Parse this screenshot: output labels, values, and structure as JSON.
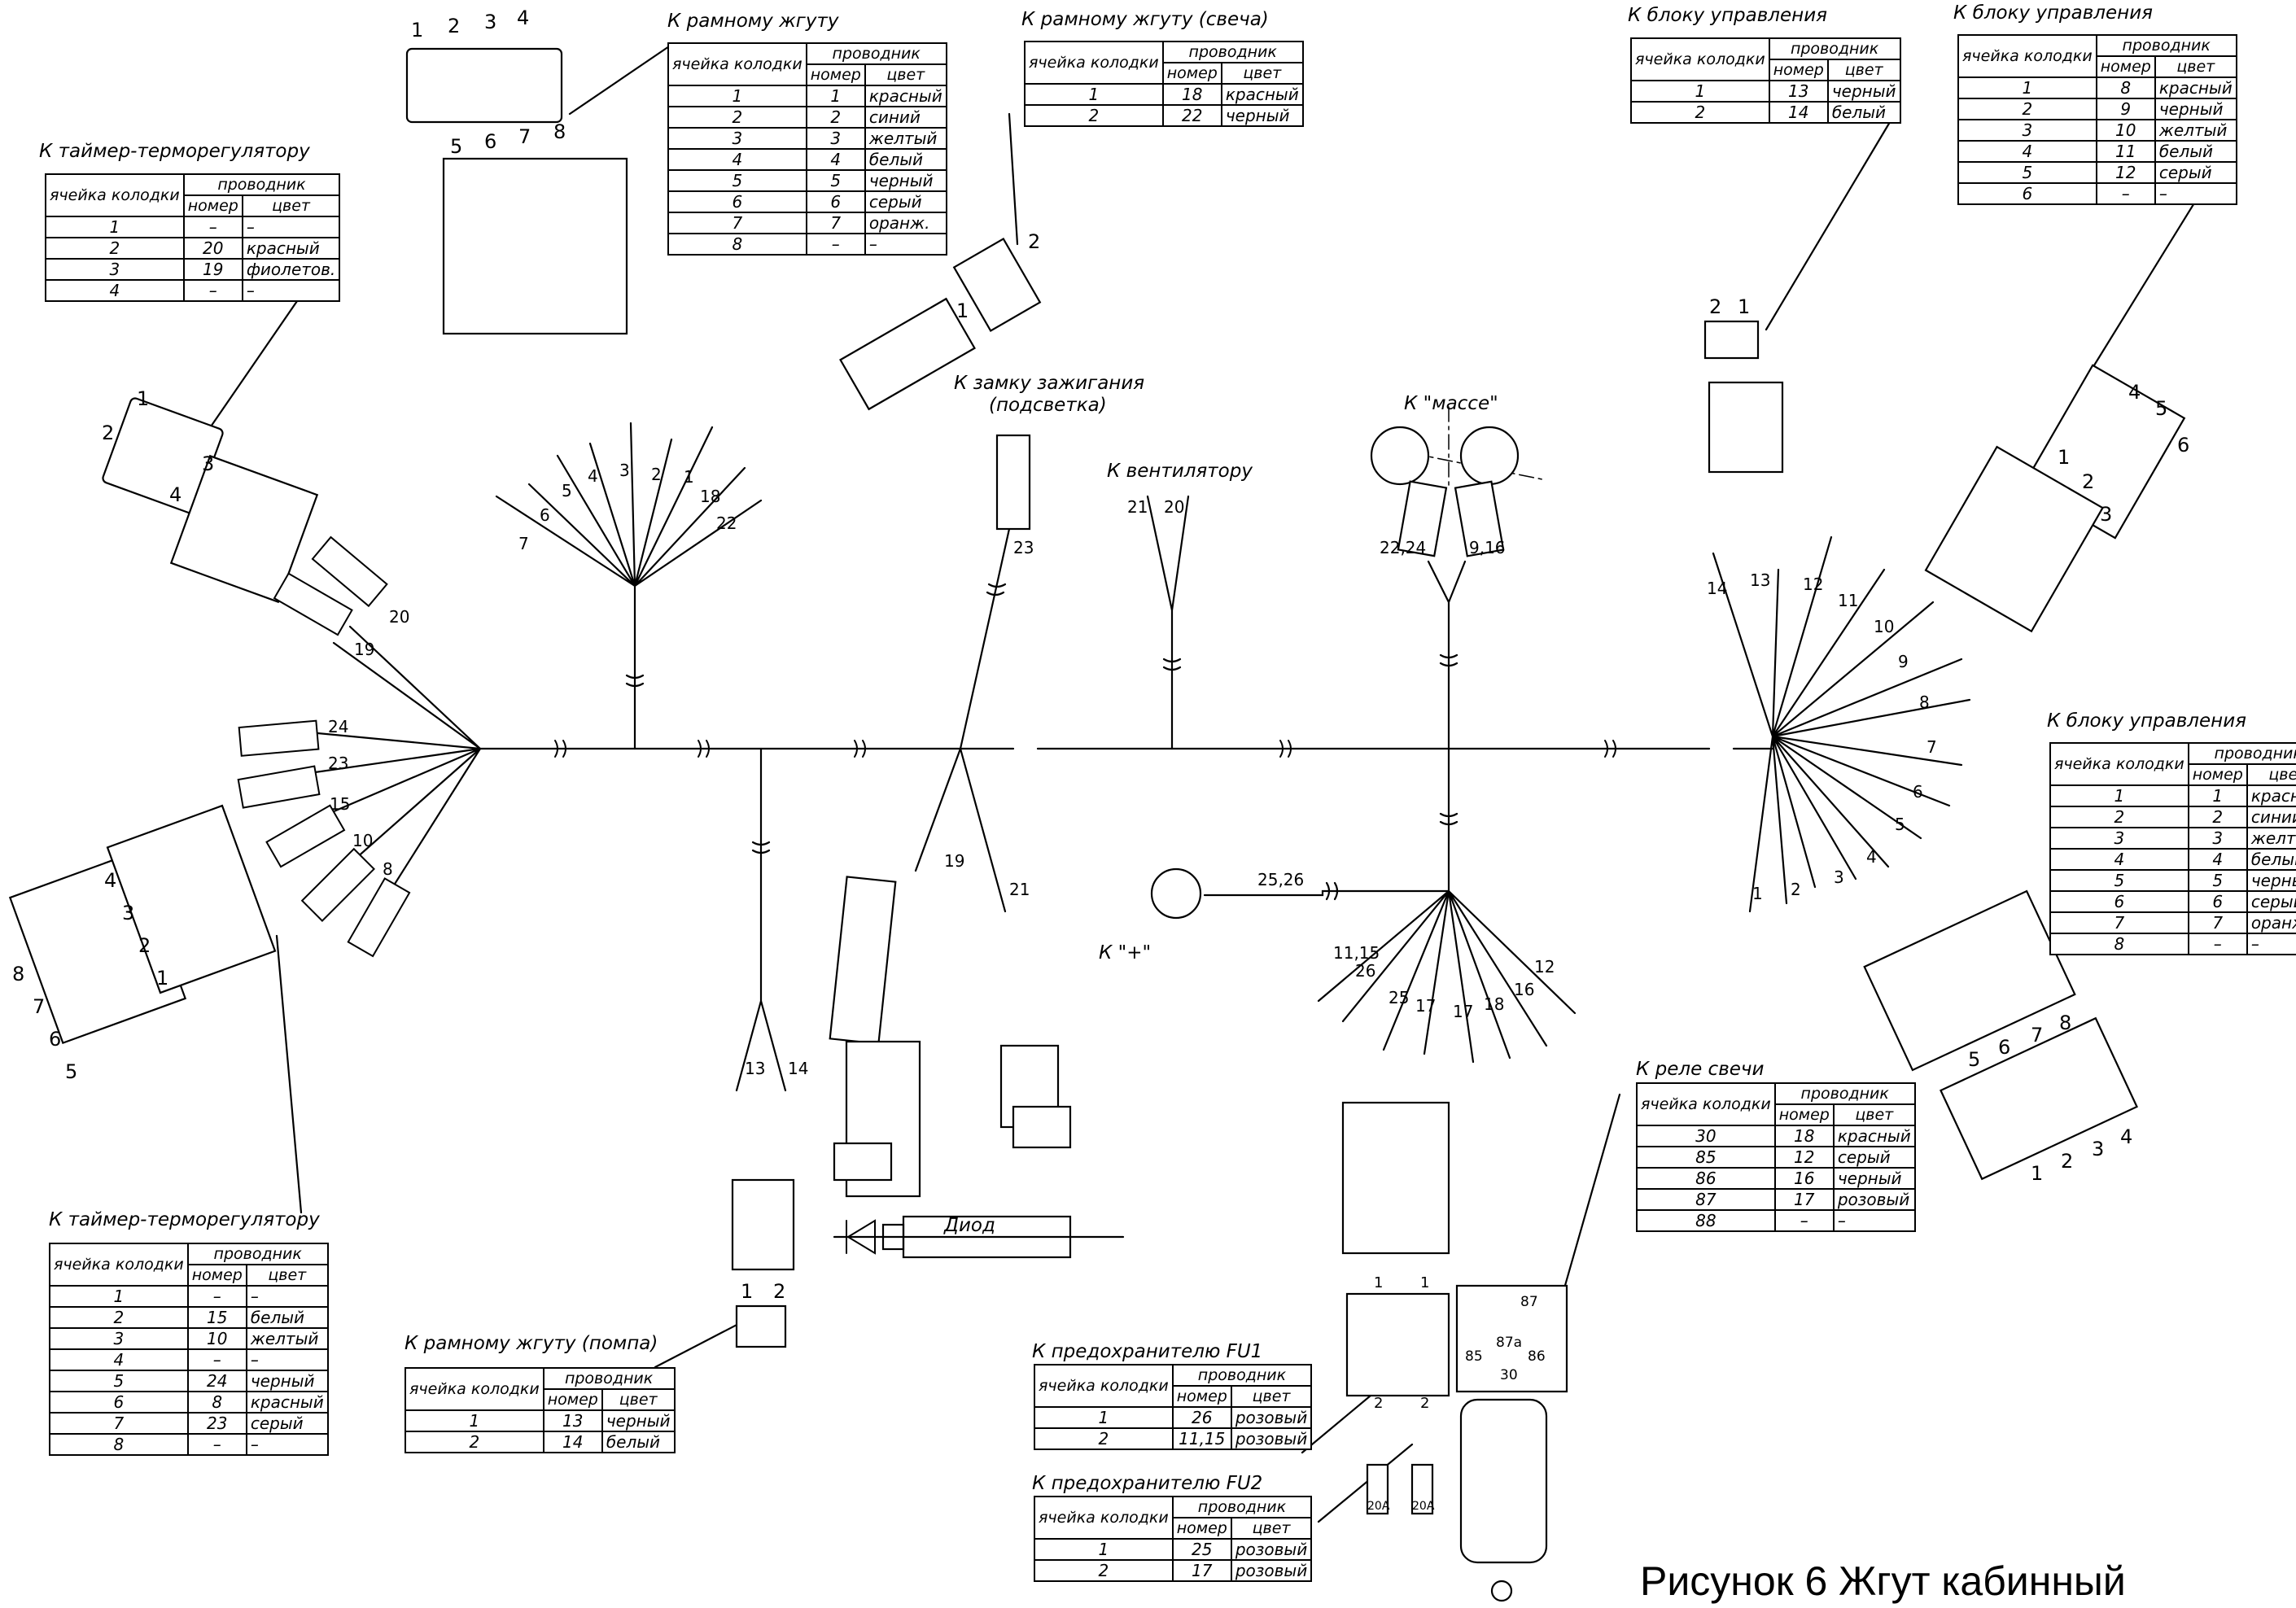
{
  "figure_caption": "Рисунок 6  Жгут кабинный",
  "headers": {
    "cell": "ячейка колодки",
    "conductor": "проводник",
    "number": "номер",
    "color": "цвет"
  },
  "tables": {
    "timer_top": {
      "title": "К таймер-терморегулятору",
      "rows": [
        [
          "1",
          "–",
          "–"
        ],
        [
          "2",
          "20",
          "красный"
        ],
        [
          "3",
          "19",
          "фиолетов."
        ],
        [
          "4",
          "–",
          "–"
        ]
      ]
    },
    "frame_top": {
      "title": "К рамному жгуту",
      "rows": [
        [
          "1",
          "1",
          "красный"
        ],
        [
          "2",
          "2",
          "синий"
        ],
        [
          "3",
          "3",
          "желтый"
        ],
        [
          "4",
          "4",
          "белый"
        ],
        [
          "5",
          "5",
          "черный"
        ],
        [
          "6",
          "6",
          "серый"
        ],
        [
          "7",
          "7",
          "оранж."
        ],
        [
          "8",
          "–",
          "–"
        ]
      ]
    },
    "frame_glow": {
      "title": "К рамному жгуту   (свеча)",
      "rows": [
        [
          "1",
          "18",
          "красный"
        ],
        [
          "2",
          "22",
          "черный"
        ]
      ]
    },
    "control_small": {
      "title": "К блоку управления",
      "rows": [
        [
          "1",
          "13",
          "черный"
        ],
        [
          "2",
          "14",
          "белый"
        ]
      ]
    },
    "control_six": {
      "title": "К блоку управления",
      "rows": [
        [
          "1",
          "8",
          "красный"
        ],
        [
          "2",
          "9",
          "черный"
        ],
        [
          "3",
          "10",
          "желтый"
        ],
        [
          "4",
          "11",
          "белый"
        ],
        [
          "5",
          "12",
          "серый"
        ],
        [
          "6",
          "–",
          "–"
        ]
      ]
    },
    "control_eight": {
      "title": "К блоку управления",
      "rows": [
        [
          "1",
          "1",
          "красный"
        ],
        [
          "2",
          "2",
          "синий"
        ],
        [
          "3",
          "3",
          "желтый"
        ],
        [
          "4",
          "4",
          "белый"
        ],
        [
          "5",
          "5",
          "черный"
        ],
        [
          "6",
          "6",
          "серый"
        ],
        [
          "7",
          "7",
          "оранж."
        ],
        [
          "8",
          "–",
          "–"
        ]
      ]
    },
    "timer_bottom": {
      "title": "К таймер-терморегулятору",
      "rows": [
        [
          "1",
          "–",
          "–"
        ],
        [
          "2",
          "15",
          "белый"
        ],
        [
          "3",
          "10",
          "желтый"
        ],
        [
          "4",
          "–",
          "–"
        ],
        [
          "5",
          "24",
          "черный"
        ],
        [
          "6",
          "8",
          "красный"
        ],
        [
          "7",
          "23",
          "серый"
        ],
        [
          "8",
          "–",
          "–"
        ]
      ]
    },
    "pump": {
      "title": "К рамному жгуту (помпа)",
      "rows": [
        [
          "1",
          "13",
          "черный"
        ],
        [
          "2",
          "14",
          "белый"
        ]
      ]
    },
    "glow_relay": {
      "title": "К реле свечи",
      "rows": [
        [
          "30",
          "18",
          "красный"
        ],
        [
          "85",
          "12",
          "серый"
        ],
        [
          "86",
          "16",
          "черный"
        ],
        [
          "87",
          "17",
          "розовый"
        ],
        [
          "88",
          "–",
          "–"
        ]
      ]
    },
    "fu1": {
      "title": "К предохранителю FU1",
      "rows": [
        [
          "1",
          "26",
          "розовый"
        ],
        [
          "2",
          "11,15",
          "розовый"
        ]
      ]
    },
    "fu2": {
      "title": "К предохранителю FU2",
      "rows": [
        [
          "1",
          "25",
          "розовый"
        ],
        [
          "2",
          "17",
          "розовый"
        ]
      ]
    }
  },
  "labels": {
    "ignition": "К замку зажигания",
    "ignition_sub": "(подсветка)",
    "fan": "К вентилятору",
    "ground": "К \"массе\"",
    "plus": "К \"+\"",
    "diode": "Диод"
  },
  "wires": {
    "timer_top": [
      "20",
      "19"
    ],
    "timer_bottom": [
      "24",
      "23",
      "15",
      "10",
      "8"
    ],
    "frame_top": [
      "7",
      "6",
      "5",
      "4",
      "3",
      "2",
      "1",
      "18",
      "22"
    ],
    "ignition": "23",
    "fan": [
      "21",
      "20"
    ],
    "ground": [
      "22,24",
      "9,16"
    ],
    "pump": [
      "13",
      "14"
    ],
    "diode_branch": [
      "19",
      "21"
    ],
    "plus": "25,26",
    "relay_fuse": [
      "11,15",
      "26",
      "25",
      "17",
      "17",
      "18",
      "16",
      "12"
    ],
    "control_small": [
      "14",
      "13"
    ],
    "control_six": [
      "12",
      "11",
      "10",
      "9",
      "8"
    ],
    "control_eight": [
      "7",
      "6",
      "5",
      "4",
      "3",
      "2",
      "1"
    ]
  },
  "connector_pins": {
    "frame_top": [
      "1",
      "2",
      "3",
      "4",
      "5",
      "6",
      "7",
      "8"
    ],
    "timer_top": [
      "1",
      "2",
      "3",
      "4"
    ],
    "timer_bottom": [
      "8",
      "7",
      "6",
      "5",
      "4",
      "3",
      "2",
      "1"
    ],
    "frame_glow": [
      "1",
      "2"
    ],
    "control_small": [
      "2",
      "1"
    ],
    "control_six": [
      "4",
      "5",
      "6",
      "1",
      "2",
      "3"
    ],
    "control_eight": [
      "5",
      "6",
      "7",
      "8",
      "1",
      "2",
      "3",
      "4"
    ],
    "pump": [
      "1",
      "2"
    ],
    "fuse_holder": [
      "1",
      "1",
      "2",
      "2"
    ],
    "relay": [
      "87",
      "87a",
      "85",
      "86",
      "30"
    ],
    "fuses": [
      "20A",
      "20A"
    ]
  }
}
